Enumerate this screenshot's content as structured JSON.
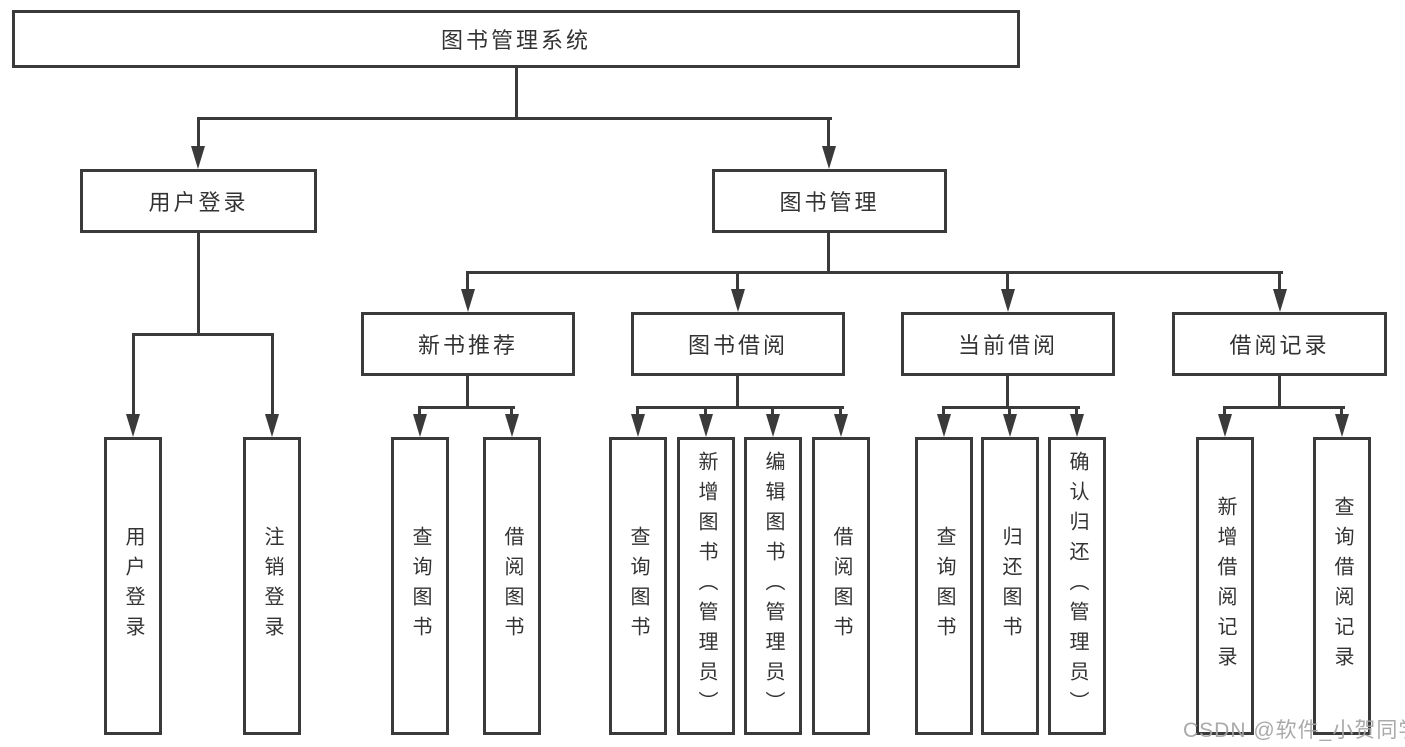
{
  "diagram": {
    "root_label": "图书管理系统",
    "level1": [
      "用户登录",
      "图书管理"
    ],
    "level2": [
      "新书推荐",
      "图书借阅",
      "当前借阅",
      "借阅记录"
    ],
    "leaves_user_login": [
      "用户登录",
      "注销登录"
    ],
    "leaves_new_book": [
      "查询图书",
      "借阅图书"
    ],
    "leaves_book_borrow": [
      "查询图书",
      "新增图书（管理员）",
      "编辑图书（管理员）",
      "借阅图书"
    ],
    "leaves_current_borrow": [
      "查询图书",
      "归还图书",
      "确认归还（管理员）"
    ],
    "leaves_borrow_record": [
      "新增借阅记录",
      "查询借阅记录"
    ]
  },
  "watermark": {
    "text": "CSDN @软件_小贺同学"
  },
  "colors": {
    "line": "#3a3a3a",
    "text": "#333333",
    "background": "#ffffff",
    "watermark": "#a5a5a5"
  }
}
